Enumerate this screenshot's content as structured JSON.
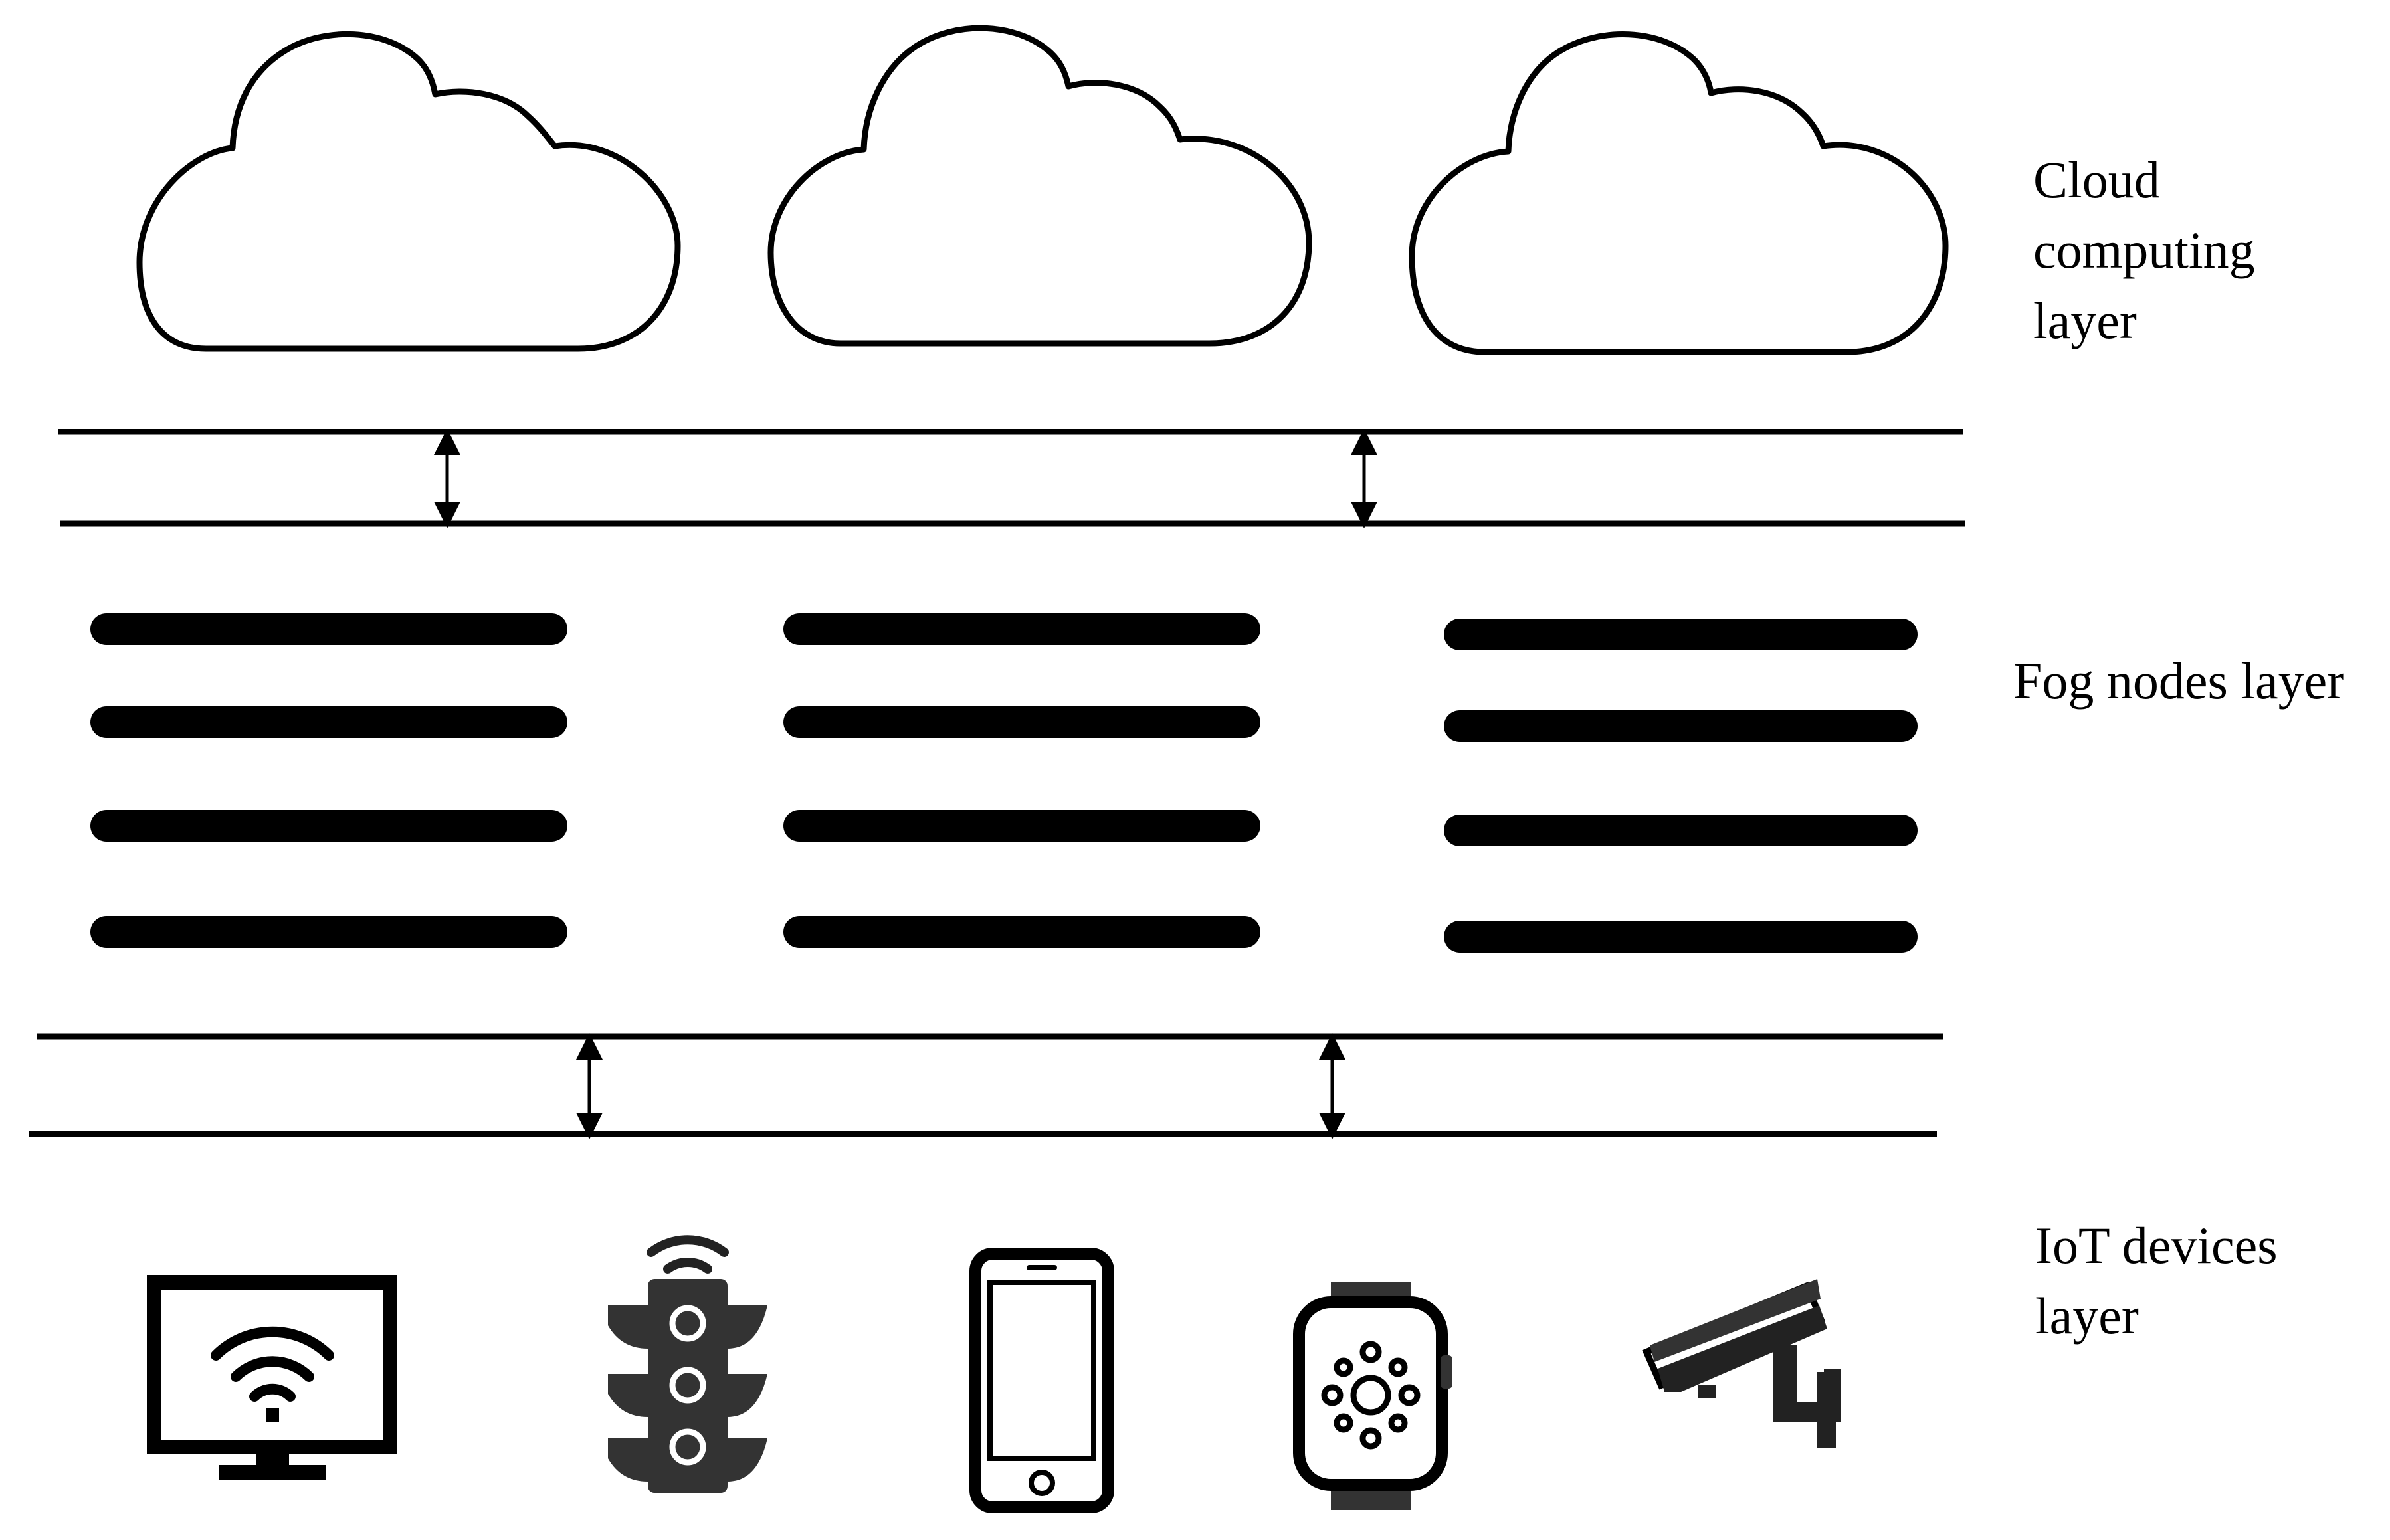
{
  "labels": {
    "cloud_layer": "Cloud\ncomputing\nlayer",
    "fog_layer": "Fog nodes layer",
    "iot_layer": "IoT devices\nlayer"
  },
  "layers": [
    {
      "id": "cloud",
      "nodes": 3,
      "node_icon": "cloud-icon"
    },
    {
      "id": "fog",
      "nodes": 3,
      "node_icon": "fog-node-icon"
    },
    {
      "id": "iot",
      "devices": [
        "wifi-monitor-icon",
        "traffic-light-icon",
        "smartphone-icon",
        "smartwatch-icon",
        "security-camera-icon"
      ]
    }
  ],
  "colors": {
    "stroke": "#000000",
    "background": "#ffffff"
  }
}
